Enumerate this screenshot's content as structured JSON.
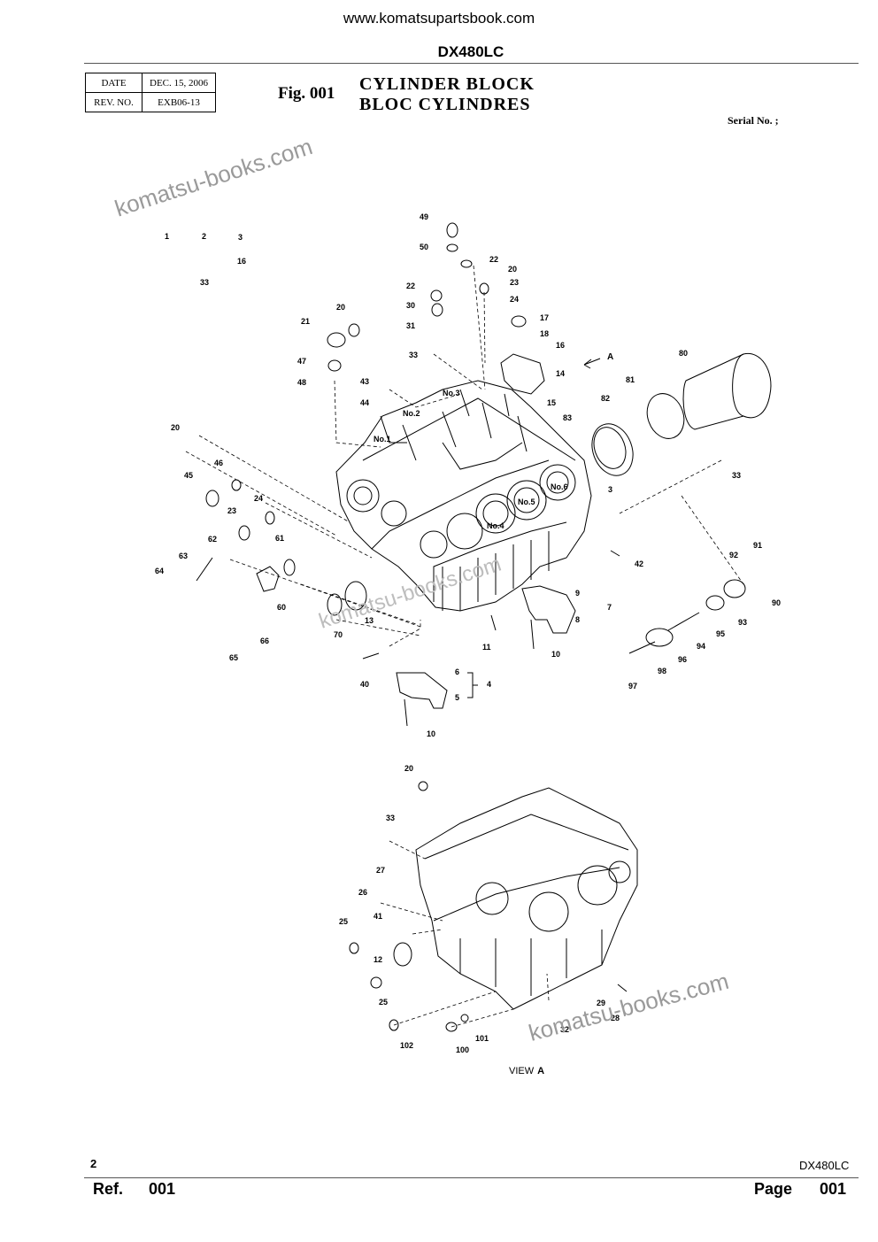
{
  "header": {
    "site_url": "www.komatsupartsbook.com",
    "model": "DX480LC"
  },
  "meta_table": {
    "date_label": "DATE",
    "date_value": "DEC. 15, 2006",
    "rev_label": "REV. NO.",
    "rev_value": "EXB06-13"
  },
  "figure": {
    "number": "Fig. 001",
    "title_en": "CYLINDER BLOCK",
    "title_fr": "BLOC CYLINDRES",
    "serial_label": "Serial No. ;",
    "view_label": "VIEW",
    "view_letter": "A",
    "arrow_label": "A",
    "cylinder_labels": [
      "No.1",
      "No.2",
      "No.3",
      "No.4",
      "No.5",
      "No.6"
    ],
    "callouts": {
      "c1": "1",
      "c2": "2",
      "c3": "3",
      "c3b": "3",
      "c4": "4",
      "c5": "5",
      "c6": "6",
      "c7": "7",
      "c8": "8",
      "c9": "9",
      "c10": "10",
      "c10b": "10",
      "c11": "11",
      "c12": "12",
      "c13": "13",
      "c14": "14",
      "c15": "15",
      "c16": "16",
      "c16b": "16",
      "c17": "17",
      "c18": "18",
      "c20a": "20",
      "c20b": "20",
      "c20c": "20",
      "c20d": "20",
      "c21": "21",
      "c22a": "22",
      "c22b": "22",
      "c23a": "23",
      "c23b": "23",
      "c24a": "24",
      "c24b": "24",
      "c25a": "25",
      "c25b": "25",
      "c26": "26",
      "c27": "27",
      "c28": "28",
      "c29": "29",
      "c30": "30",
      "c31": "31",
      "c32": "32",
      "c33a": "33",
      "c33b": "33",
      "c33c": "33",
      "c33d": "33",
      "c40": "40",
      "c41": "41",
      "c42": "42",
      "c43": "43",
      "c44": "44",
      "c45": "45",
      "c46": "46",
      "c47": "47",
      "c48": "48",
      "c49": "49",
      "c50": "50",
      "c60": "60",
      "c61": "61",
      "c62": "62",
      "c63": "63",
      "c64": "64",
      "c65": "65",
      "c66": "66",
      "c70": "70",
      "c80": "80",
      "c81": "81",
      "c82": "82",
      "c83": "83",
      "c90": "90",
      "c91": "91",
      "c92": "92",
      "c93": "93",
      "c94": "94",
      "c95": "95",
      "c96": "96",
      "c97": "97",
      "c98": "98",
      "c100": "100",
      "c101": "101",
      "c102": "102"
    }
  },
  "watermark": {
    "text": "komatsu-books.com"
  },
  "footer": {
    "page_number": "2",
    "model": "DX480LC",
    "ref_label": "Ref.",
    "ref_value": "001",
    "page_label": "Page",
    "page_value": "001"
  }
}
